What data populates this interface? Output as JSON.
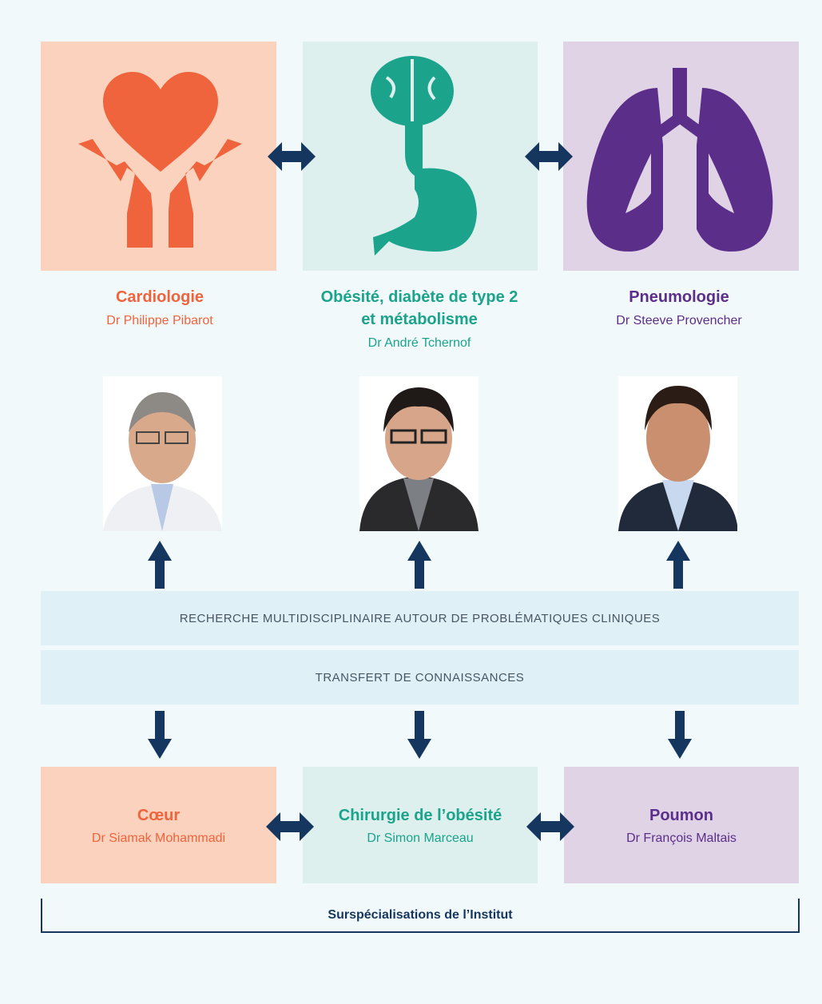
{
  "top_specialties": [
    {
      "title": "Cardiologie",
      "title_line2": "",
      "doctor": "Dr Philippe Pibarot",
      "icon": "heart-hands-icon"
    },
    {
      "title": "Obésité, diabète de type 2",
      "title_line2": "et métabolisme",
      "doctor": "Dr André Tchernof",
      "icon": "brain-stomach-icon"
    },
    {
      "title": "Pneumologie",
      "title_line2": "",
      "doctor": "Dr Steeve Provencher",
      "icon": "lungs-icon"
    }
  ],
  "bands": {
    "research": "RECHERCHE MULTIDISCIPLINAIRE AUTOUR DE PROBLÉMATIQUES CLINIQUES",
    "transfer": "TRANSFERT DE CONNAISSANCES"
  },
  "bottom_specialties": [
    {
      "title": "Cœur",
      "doctor": "Dr Siamak Mohammadi"
    },
    {
      "title": "Chirurgie de l’obésité",
      "doctor": "Dr Simon Marceau"
    },
    {
      "title": "Poumon",
      "doctor": "Dr François Maltais"
    }
  ],
  "bracket_label": "Surspécialisations de l’Institut",
  "colors": {
    "orange": "#ef643c",
    "teal": "#1ba38c",
    "purple": "#5b2e8a",
    "navy": "#15365e"
  }
}
